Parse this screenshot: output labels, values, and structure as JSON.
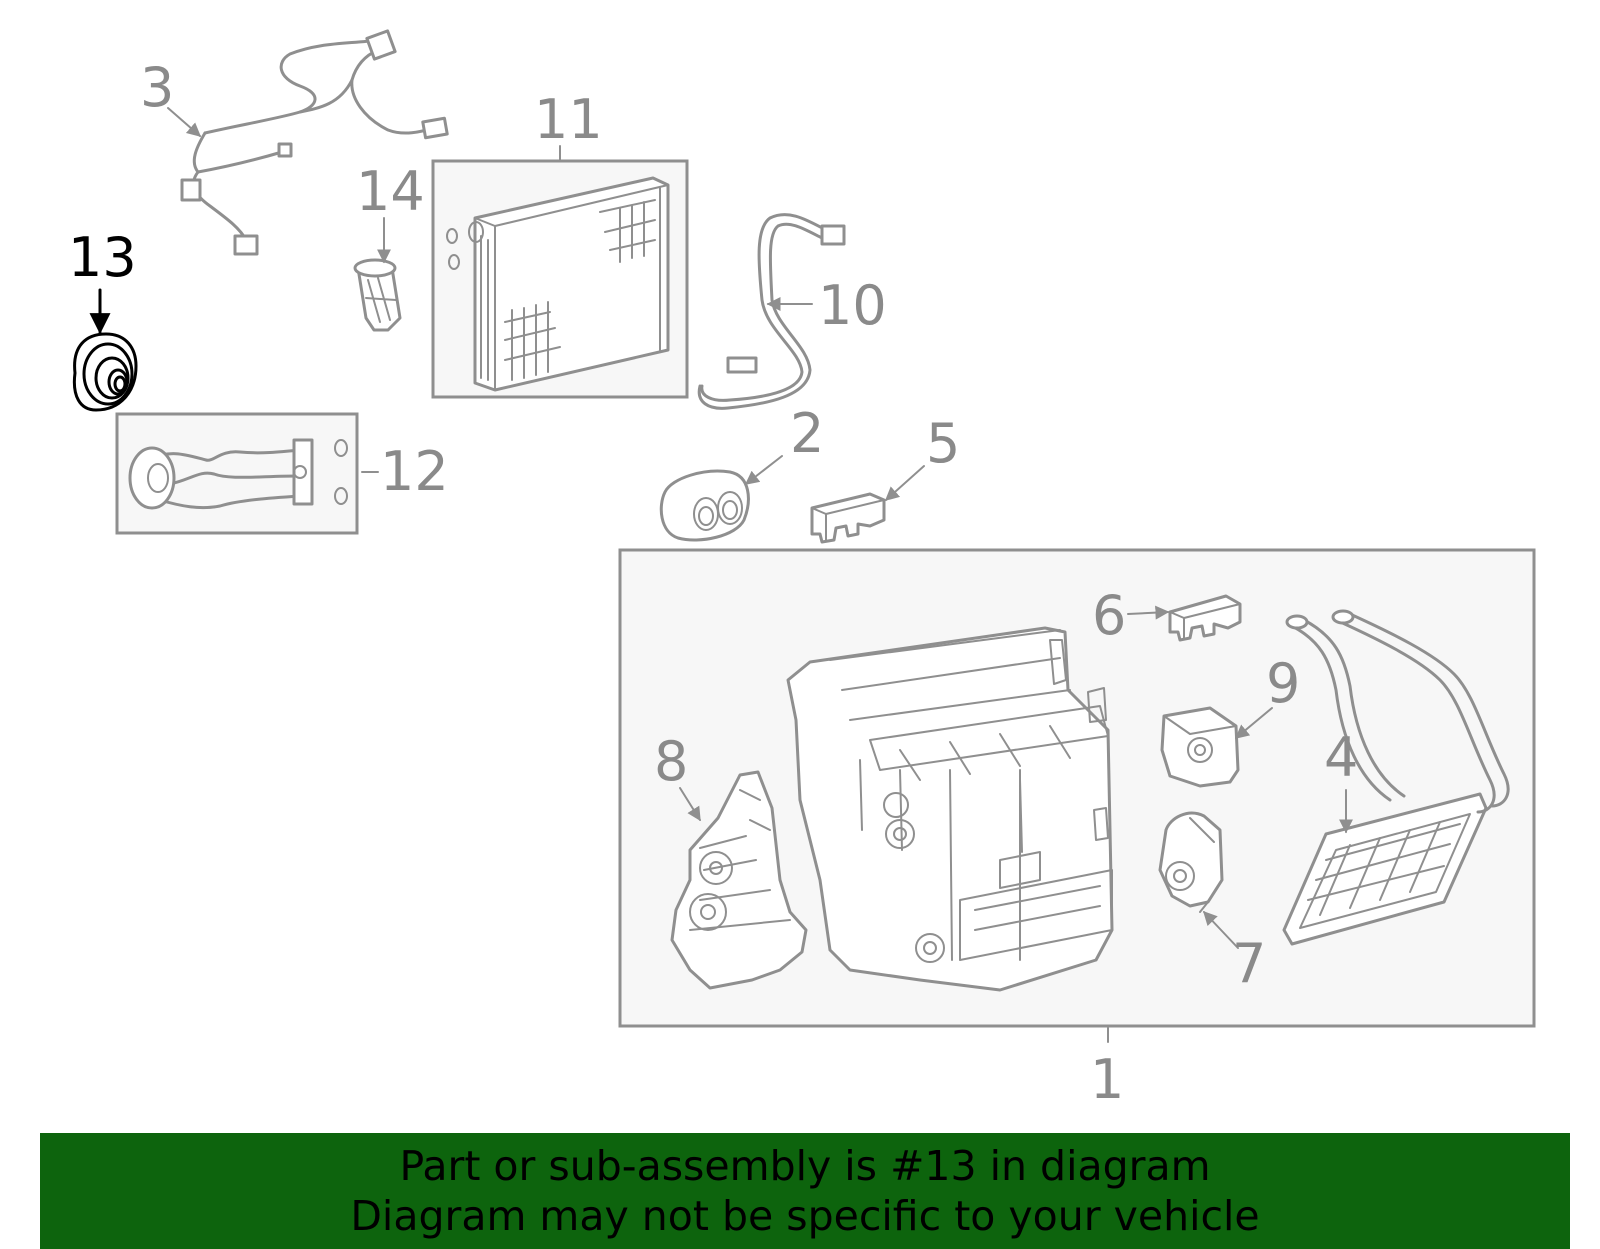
{
  "diagram": {
    "highlighted_part": "13",
    "callouts": [
      "1",
      "2",
      "3",
      "4",
      "5",
      "6",
      "7",
      "8",
      "9",
      "10",
      "11",
      "12",
      "13",
      "14"
    ],
    "colors": {
      "line": "#8f8f8f",
      "highlight": "#000000",
      "box_fill": "#f7f7f7",
      "banner_bg": "#0d640d",
      "banner_text": "#000000"
    }
  },
  "banner": {
    "line1": "Part or sub-assembly is #13 in diagram",
    "line2": "Diagram may not be specific to your vehicle"
  }
}
